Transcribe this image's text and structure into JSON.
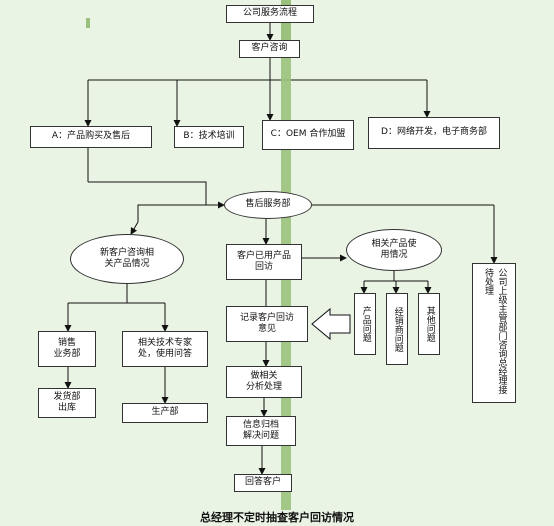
{
  "diagram": {
    "title": "公司服务流程",
    "nodes": {
      "consult": "客户咨询",
      "a": "A：产品购买及售后",
      "b": "B：技术培训",
      "c": "C：OEM 合作加盟",
      "d": "D：网络开发，电子商务部",
      "after_sales": "售后服务部",
      "new_customer": "新客户咨询相\n关产品情况",
      "used_customer": "客户已用产品\n回访",
      "related_usage": "相关产品使\n用情况",
      "product_issue": "产品问题",
      "dealer_issue": "经销商问题",
      "other_issue": "其他问题",
      "manager_reception": "公司上级主管部门咨询总经理接待处理",
      "sales_dept": "销售\n业务部",
      "tech_expert": "相关技术专家\n处，使用问答",
      "shipping": "发货部\n出库",
      "production": "生产部",
      "record_visit": "记录客户回访\n意见",
      "analysis": "做相关\n分析处理",
      "summary": "信息归档\n解决问题",
      "reply": "回答客户"
    },
    "footer": "总经理不定时抽查客户回访情况"
  },
  "colors": {
    "background": "#eaf4e4",
    "accent_bar": "#9bc27c",
    "box_border": "#333333"
  }
}
